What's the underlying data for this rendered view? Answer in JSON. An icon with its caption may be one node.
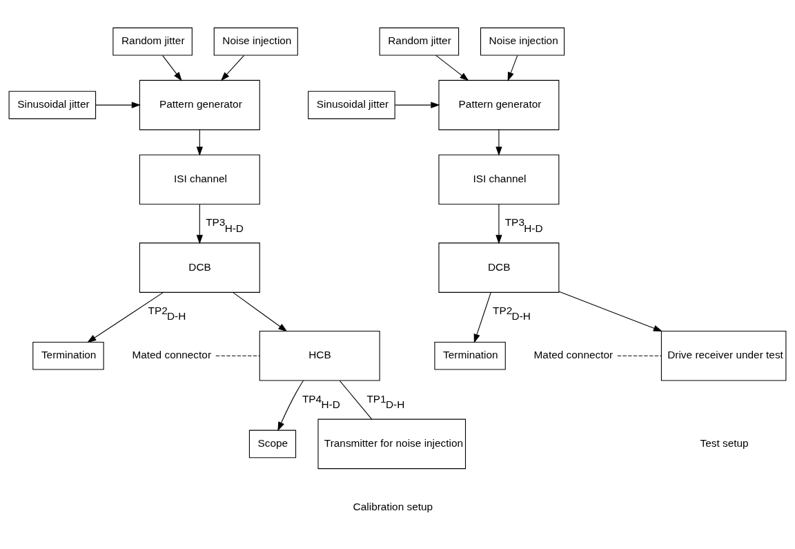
{
  "diagram": {
    "nodes": [
      {
        "text": [
          "Random jitter"
        ]
      },
      {
        "text": [
          "Sinusoidal jitter"
        ]
      },
      {
        "text": [
          "Noise injection"
        ]
      },
      {
        "text": [
          "Pattern generator"
        ]
      },
      {
        "text": [
          "ISI channel"
        ]
      },
      {
        "text": [
          "Termination"
        ]
      },
      {
        "text": [
          "DCB"
        ]
      },
      {
        "text": [
          "HCB"
        ]
      },
      {
        "text": [
          "Scope"
        ]
      },
      {
        "text": [
          "Transmitter for noise injection"
        ]
      },
      {
        "text": [
          "Random jitter"
        ]
      },
      {
        "text": [
          "Sinusoidal jitter"
        ]
      },
      {
        "text": [
          "Noise injection"
        ]
      },
      {
        "text": [
          "Pattern generator"
        ]
      },
      {
        "text": [
          "ISI channel"
        ]
      },
      {
        "text": [
          "Termination"
        ]
      },
      {
        "text": [
          "DCB"
        ]
      },
      {
        "text": [
          "Drive receiver under test"
        ]
      }
    ],
    "edges": [
      {
        "from": 0,
        "to": 3,
        "arrow": "to"
      },
      {
        "from": 1,
        "to": 3,
        "arrow": "to"
      },
      {
        "from": 2,
        "to": 3,
        "arrow": "to"
      },
      {
        "from": 3,
        "to": 4,
        "arrow": "to"
      },
      {
        "from": 4,
        "to": 6,
        "arrow": "to",
        "label": "TP3$_{H-D}$"
      },
      {
        "from": 6,
        "to": 5,
        "arrow": "to",
        "label": "TP2$_{D-H}$"
      },
      {
        "from": 6,
        "to": 7,
        "arrow": "to"
      },
      {
        "from": 7,
        "to": 8,
        "arrow": "to",
        "label": "TP4$_{H-D}$"
      },
      {
        "from": 7,
        "to": 9,
        "arrow": "none",
        "label": "TP1$_{D-H}$"
      },
      {
        "from": 10,
        "to": 13,
        "arrow": "to"
      },
      {
        "from": 11,
        "to": 13,
        "arrow": "to"
      },
      {
        "from": 12,
        "to": 13,
        "arrow": "to"
      },
      {
        "from": 13,
        "to": 14,
        "arrow": "to"
      },
      {
        "from": 14,
        "to": 16,
        "arrow": "to",
        "label": "TP3$_{H-D}$"
      },
      {
        "from": 16,
        "to": 15,
        "arrow": "to",
        "label": "TP2$_{D-H}$"
      },
      {
        "from": 16,
        "to": 17,
        "arrow": "to"
      }
    ],
    "labels": [
      "Mated connector",
      "Mated connector",
      "Calibration setup",
      "Test setup"
    ]
  }
}
